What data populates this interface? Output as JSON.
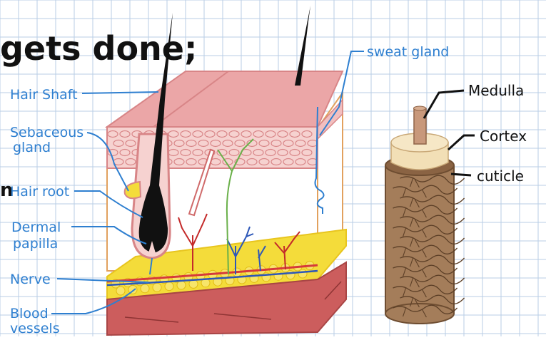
{
  "heading": "gets done;",
  "colors": {
    "grid": "#b9cde6",
    "label_blue": "#2e7fd0",
    "epidermis": "#eba6a7",
    "dermis": "#f6d2d0",
    "fat": "#f4dc3a",
    "muscle": "#cc5d5d",
    "hair": "#111111",
    "strand_cuticle": "#a47d5a",
    "strand_cortex": "#f2dfb6",
    "strand_medulla": "#c8987b"
  },
  "skin_labels": {
    "hair_shaft": "Hair Shaft",
    "sebaceous_gland_1": "Sebaceous",
    "sebaceous_gland_2": "gland",
    "hair_root": "Hair root",
    "dermal_papilla_1": "Dermal",
    "dermal_papilla_2": "papilla",
    "nerve": "Nerve",
    "blood_vessels_1": "Blood",
    "blood_vessels_2": "vessels",
    "sweat_gland": "sweat gland"
  },
  "strand_labels": {
    "medulla": "Medulla",
    "cortex": "Cortex",
    "cuticle": "cuticle"
  },
  "edge_fragment": "n"
}
